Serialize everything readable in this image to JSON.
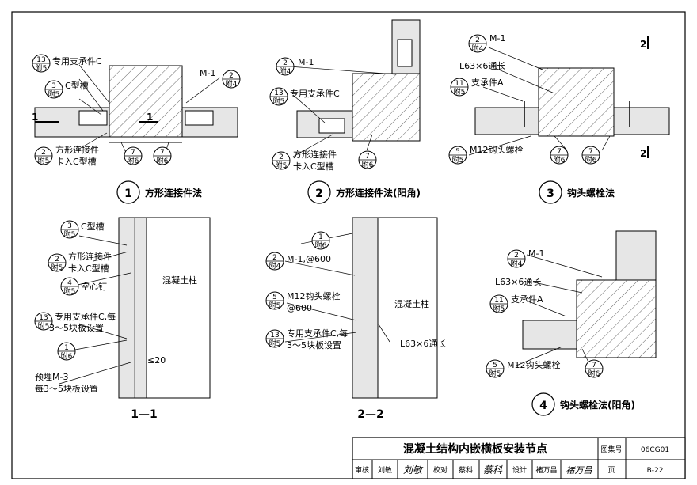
{
  "callouts": {
    "c13": [
      "13",
      "附5"
    ],
    "c3": [
      "3",
      "附5"
    ],
    "c2a": [
      "2",
      "附5"
    ],
    "c2m": [
      "2",
      "附4"
    ],
    "c7": [
      "7",
      "附6"
    ],
    "c11": [
      "11",
      "附5"
    ],
    "c5": [
      "5",
      "附5"
    ],
    "c4": [
      "4",
      "附5"
    ],
    "c1": [
      "1",
      "附6"
    ],
    "c2m2": [
      "2",
      "附4"
    ],
    "c5b": [
      "5",
      "附5"
    ],
    "c13b": [
      "13",
      "附5"
    ],
    "c1b": [
      "1",
      "附6"
    ]
  },
  "labels": {
    "d1_support": "专用支承件C",
    "d1_ctrack": "C型槽",
    "d1_m1": "M-1",
    "d1_conn1": "方形连接件",
    "d1_conn2": "卡入C型槽",
    "sec1": "1",
    "d2_m1": "M-1",
    "d2_support": "专用支承件C",
    "d2_conn1": "方形连接件",
    "d2_conn2": "卡入C型槽",
    "d3_m1": "M-1",
    "d3_angle": "L63×6通长",
    "d3_supA": "支承件A",
    "d3_bolt": "M12钩头螺栓",
    "sec2": "2",
    "s11_ctrack": "C型槽",
    "s11_conn1": "方形连接件",
    "s11_conn2": "卡入C型槽",
    "s11_nail": "空心钉",
    "s11_sup1": "专用支承件C,每",
    "s11_sup2": "3～5块板设置",
    "s11_emb1": "预埋M-3",
    "s11_emb2": "每3～5块板设置",
    "s11_col": "混凝土柱",
    "s11_dim": "≤20",
    "s22_m1": "M-1,@600",
    "s22_bolt1": "M12钩头螺栓",
    "s22_bolt2": "@600",
    "s22_sup1": "专用支承件C,每",
    "s22_sup2": "3～5块板设置",
    "s22_col": "混凝土柱",
    "s22_angle": "L63×6通长",
    "d4_m1": "M-1",
    "d4_angle": "L63×6通长",
    "d4_supA": "支承件A",
    "d4_bolt": "M12钩头螺栓"
  },
  "titles": {
    "t1_num": "1",
    "t1": "方形连接件法",
    "t2_num": "2",
    "t2": "方形连接件法(阳角)",
    "t3_num": "3",
    "t3": "钩头螺栓法",
    "t4_num": "4",
    "t4": "钩头螺栓法(阳角)",
    "sec11": "1—1",
    "sec22": "2—2"
  },
  "title_block": {
    "title": "混凝土结构内嵌横板安装节点",
    "atlas_label": "图集号",
    "atlas_no": "06CG01",
    "page_label": "页",
    "page_no": "B-22",
    "review_label": "审核",
    "reviewer": "刘敏",
    "review_sig": "刘敏",
    "check_label": "校对",
    "checker": "蔡科",
    "check_sig": "蔡科",
    "design_label": "设计",
    "designer": "褚万昌",
    "design_sig": "褚万昌"
  }
}
